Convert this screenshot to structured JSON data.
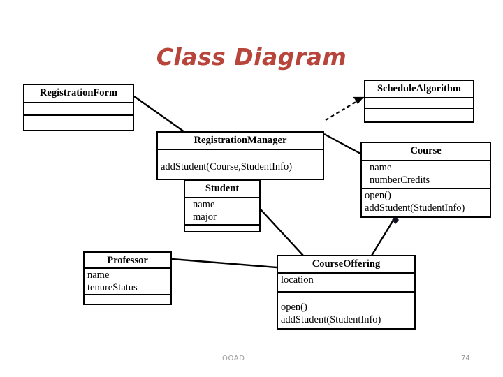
{
  "slide": {
    "title": "Class Diagram",
    "footer_label": "OOAD",
    "page_number": "74",
    "title_color": "#b8453c",
    "line_color": "#000000",
    "background": "#ffffff"
  },
  "diagram": {
    "type": "uml-class-diagram",
    "classes": [
      {
        "id": "registration-form",
        "name": "RegistrationForm",
        "attributes": [],
        "operations": []
      },
      {
        "id": "schedule-algorithm",
        "name": "ScheduleAlgorithm",
        "attributes": [],
        "operations": []
      },
      {
        "id": "registration-manager",
        "name": "RegistrationManager",
        "attributes": [],
        "operations": [
          "addStudent(Course,StudentInfo)"
        ]
      },
      {
        "id": "course",
        "name": "Course",
        "attributes": [
          "name",
          "numberCredits"
        ],
        "operations": [
          "open()",
          "addStudent(StudentInfo)"
        ]
      },
      {
        "id": "student",
        "name": "Student",
        "attributes": [
          "name",
          "major"
        ],
        "operations": []
      },
      {
        "id": "professor",
        "name": "Professor",
        "attributes": [
          "name",
          "tenureStatus"
        ],
        "operations": []
      },
      {
        "id": "course-offering",
        "name": "CourseOffering",
        "attributes": [
          "location"
        ],
        "operations": [
          "open()",
          "addStudent(StudentInfo)"
        ]
      }
    ],
    "relationships": [
      {
        "id": "rel-form-manager",
        "from": "registration-form",
        "to": "registration-manager",
        "style": "association"
      },
      {
        "id": "rel-manager-algorithm",
        "from": "registration-manager",
        "to": "schedule-algorithm",
        "style": "dependency"
      },
      {
        "id": "rel-manager-course",
        "from": "registration-manager",
        "to": "course",
        "style": "association"
      },
      {
        "id": "rel-student-offering",
        "from": "student",
        "to": "course-offering",
        "style": "association"
      },
      {
        "id": "rel-course-offering",
        "from": "course",
        "to": "course-offering",
        "style": "aggregation"
      },
      {
        "id": "rel-professor-offering",
        "from": "professor",
        "to": "course-offering",
        "style": "association"
      }
    ]
  }
}
